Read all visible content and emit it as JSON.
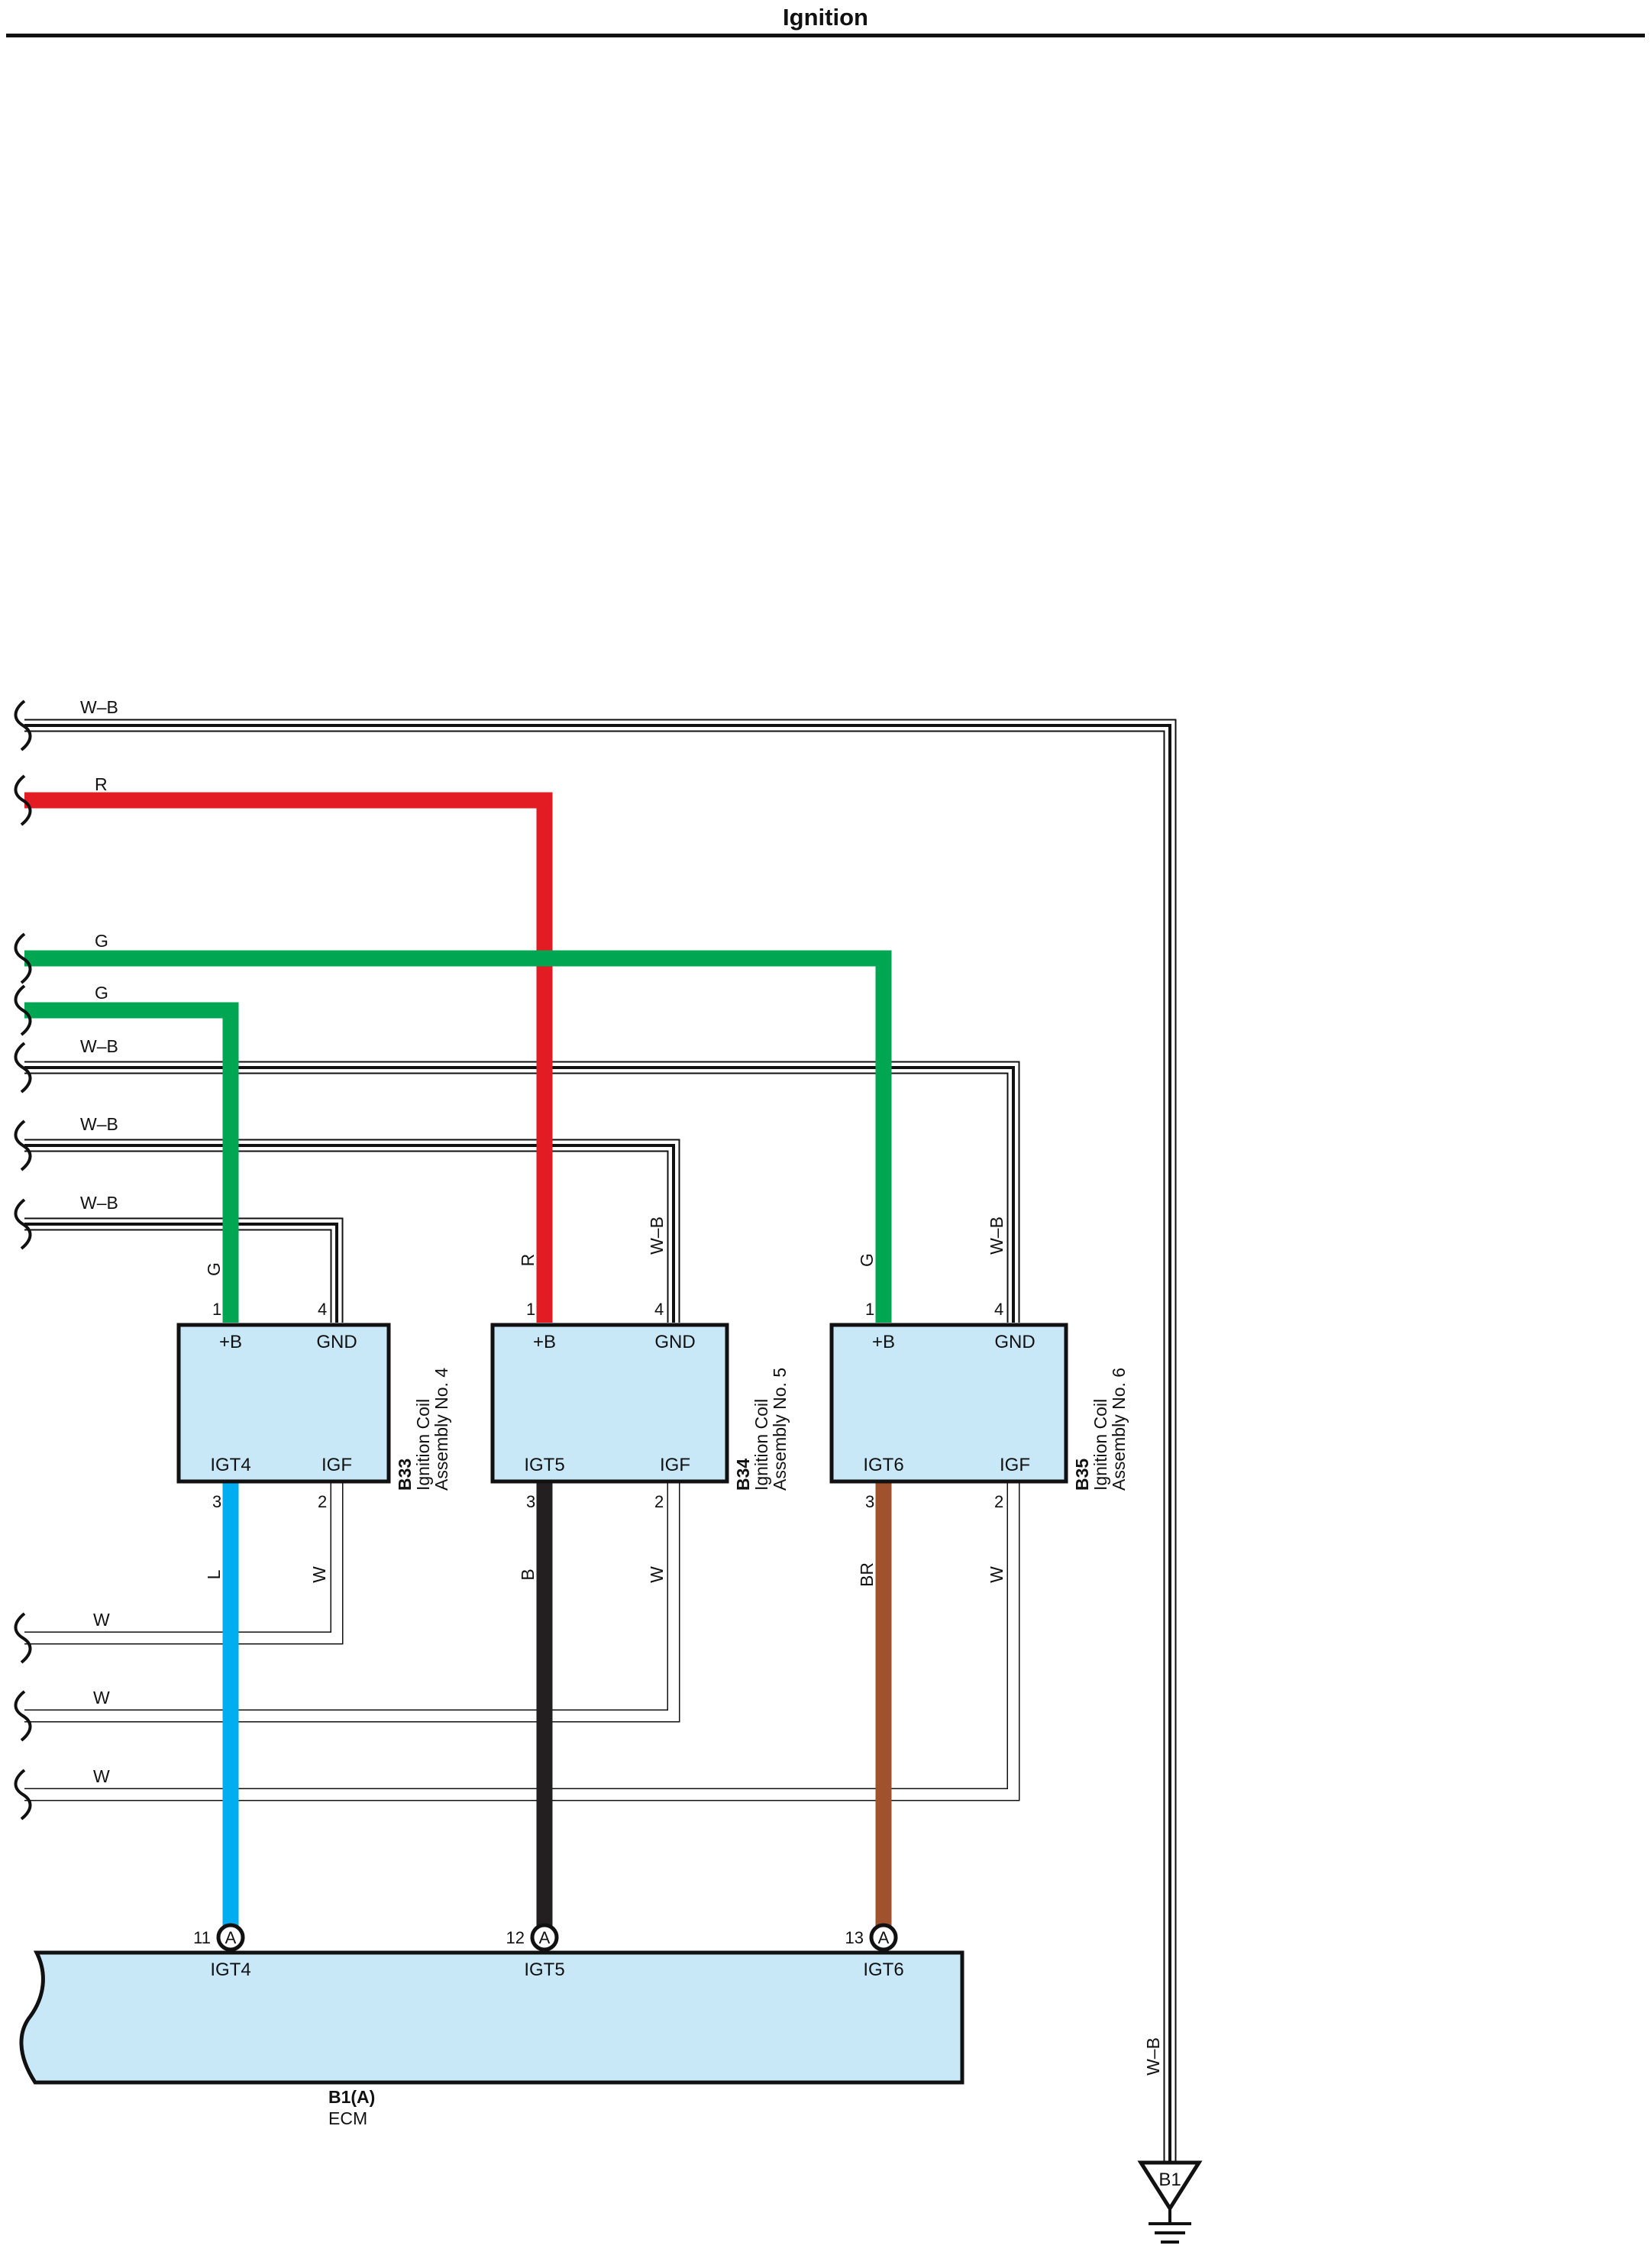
{
  "title": "Ignition",
  "colors": {
    "red": "#e31b23",
    "green": "#00a651",
    "blue": "#00aeef",
    "black": "#231f20",
    "brown": "#a0522d",
    "component_fill": "#c8e8f8"
  },
  "inputs": [
    "W–B",
    "R",
    "G",
    "G",
    "W–B",
    "W–B",
    "W–B",
    "W",
    "W",
    "W"
  ],
  "coils": [
    {
      "code": "B33",
      "name": "Ignition Coil",
      "name2": "Assembly No. 4",
      "terms": [
        "+B",
        "GND",
        "IGT4",
        "IGF"
      ],
      "pins": [
        "1",
        "4",
        "3",
        "2"
      ],
      "wires": [
        "G",
        "L",
        "W"
      ]
    },
    {
      "code": "B34",
      "name": "Ignition Coil",
      "name2": "Assembly No. 5",
      "terms": [
        "+B",
        "GND",
        "IGT5",
        "IGF"
      ],
      "pins": [
        "1",
        "4",
        "3",
        "2"
      ],
      "wires": [
        "R",
        "W–B",
        "B",
        "W"
      ]
    },
    {
      "code": "B35",
      "name": "Ignition Coil",
      "name2": "Assembly No. 6",
      "terms": [
        "+B",
        "GND",
        "IGT6",
        "IGF"
      ],
      "pins": [
        "1",
        "4",
        "3",
        "2"
      ],
      "wires": [
        "G",
        "W–B",
        "BR",
        "W"
      ]
    }
  ],
  "ecm": {
    "code": "B1(A)",
    "name": "ECM",
    "connector": "A",
    "pins": [
      "11",
      "12",
      "13"
    ],
    "terms": [
      "IGT4",
      "IGT5",
      "IGT6"
    ]
  },
  "ground": {
    "label": "B1",
    "wire": "W–B"
  }
}
